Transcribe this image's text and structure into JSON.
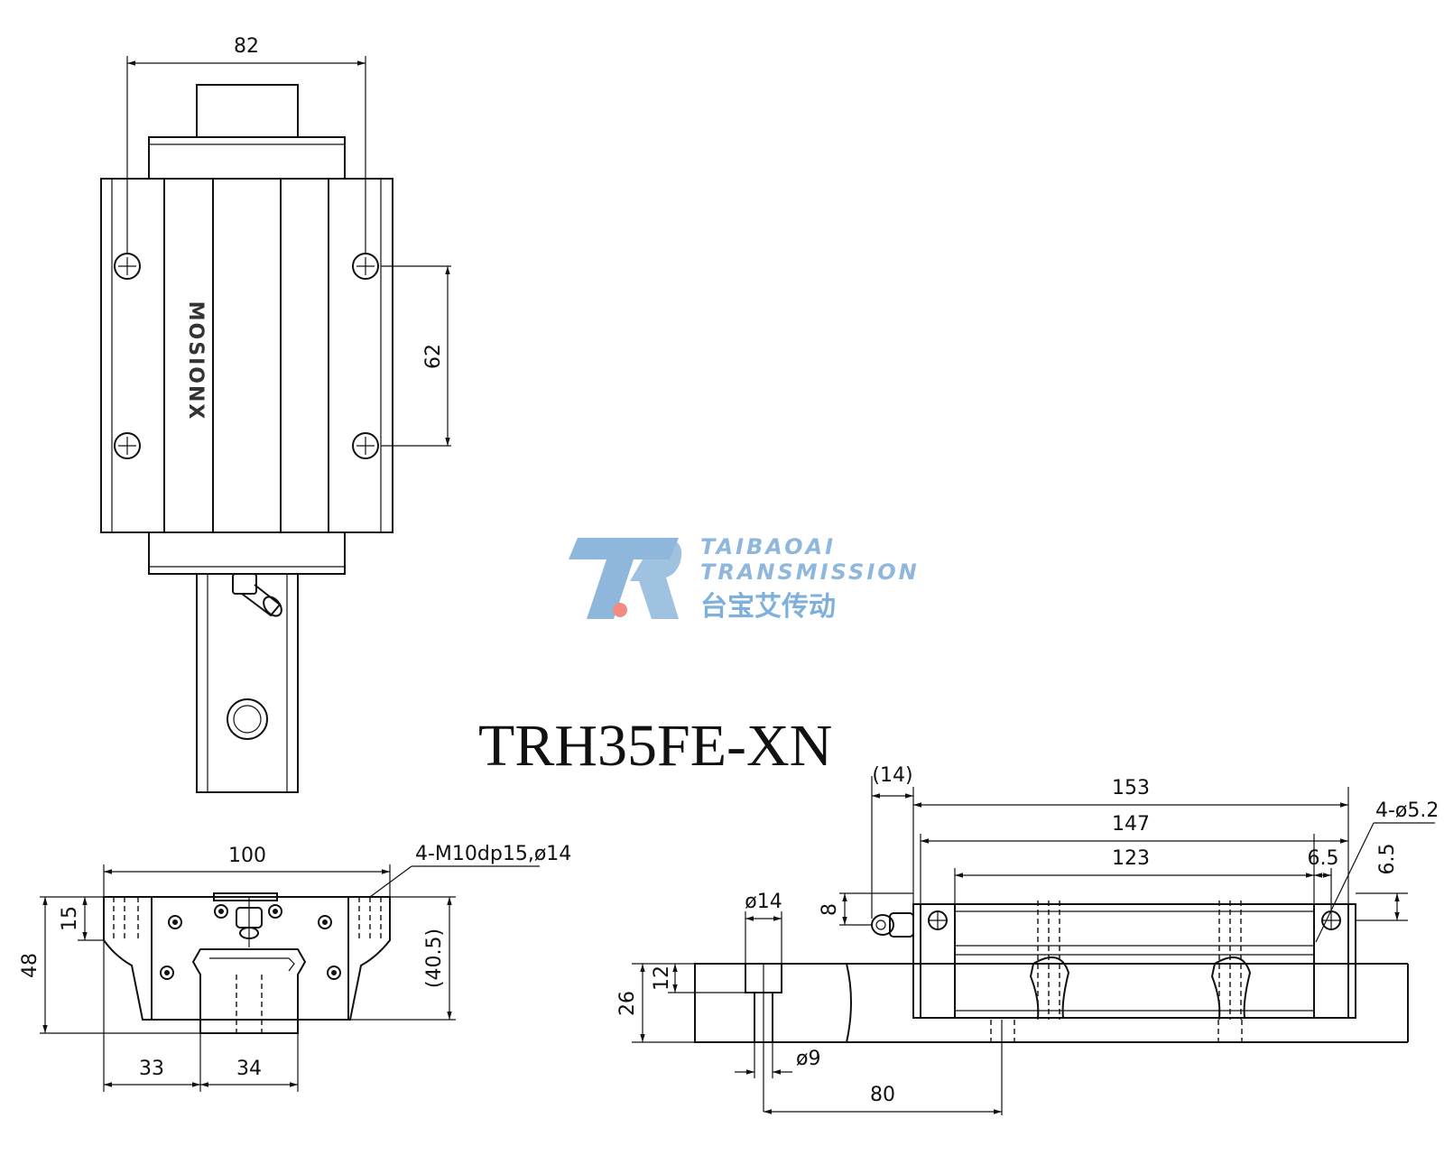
{
  "title": "TRH35FE-XN",
  "block_stamp": "MOSIONX",
  "watermark": {
    "line1": "TAIBAOAI",
    "line2": "TRANSMISSION",
    "cn": "台宝艾传动",
    "accent_color": "#7fb0dc",
    "dot_color": "#f28b82"
  },
  "top_view": {
    "width": "82",
    "hole_pitch": "62"
  },
  "end_view": {
    "width": "100",
    "thread_note": "4-M10dp15,ø14",
    "height_total": "48",
    "top_offset": "15",
    "height_block": "(40.5)",
    "left_offset": "33",
    "rail_width": "34"
  },
  "side_view": {
    "nipple": "(14)",
    "len_total": "153",
    "len_body": "147",
    "len_holes": "123",
    "edge": "6.5",
    "edge_v": "6.5",
    "hole_note": "4-ø5.2",
    "nipple_height": "8",
    "counterbore_dia": "ø14",
    "counterbore_depth": "12",
    "rail_height": "26",
    "hole_dia": "ø9",
    "pitch": "80"
  }
}
